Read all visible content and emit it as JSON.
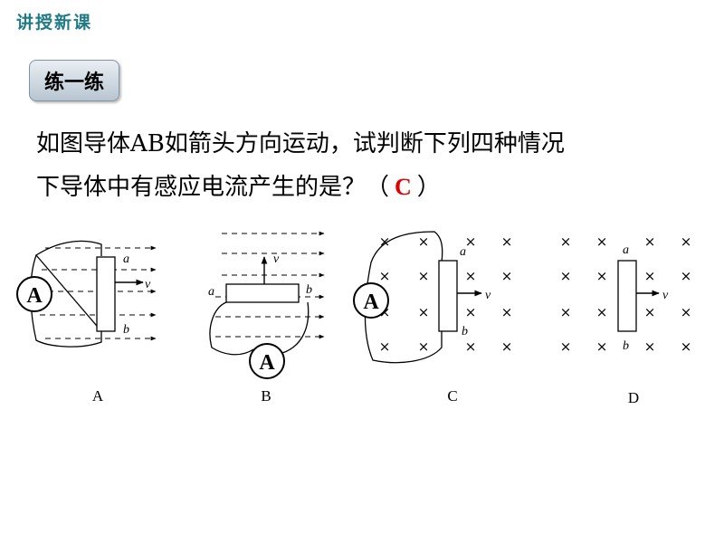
{
  "header": {
    "title": "讲授新课"
  },
  "badge": {
    "label": "练一练"
  },
  "question": {
    "line1": "如图导体AB如箭头方向运动，试判断下列四种情况",
    "line2_prefix": "下导体中有感应电流产生的是？（",
    "answer": "C",
    "line2_suffix": "）"
  },
  "figures": {
    "meter_label": "A",
    "end_a": "a",
    "end_b": "b",
    "velocity": "v",
    "cross": "×",
    "captions": [
      "A",
      "B",
      "C",
      "D"
    ]
  },
  "colors": {
    "header": "#1f7a86",
    "answer": "#e00000"
  }
}
